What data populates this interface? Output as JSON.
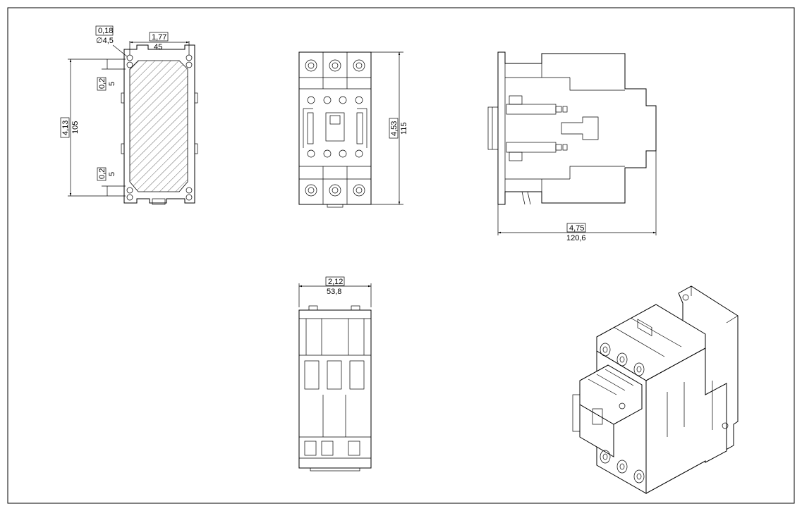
{
  "colors": {
    "line": "#000000",
    "paper": "#ffffff"
  },
  "mounting_view": {
    "hole_inch": "0,18",
    "hole_mm": "∅4,5",
    "width_inch": "1,77",
    "width_mm": "45",
    "height_inch": "4,13",
    "height_mm": "105",
    "top_offset_inch": "0,2",
    "top_offset_mm": "5",
    "bottom_offset_inch": "0,2",
    "bottom_offset_mm": "5"
  },
  "front_view": {
    "height_inch": "4,53",
    "height_mm": "115"
  },
  "side_view": {
    "depth_inch": "4,75",
    "depth_mm": "120,6"
  },
  "top_view": {
    "width_inch": "2,12",
    "width_mm": "53,8"
  }
}
